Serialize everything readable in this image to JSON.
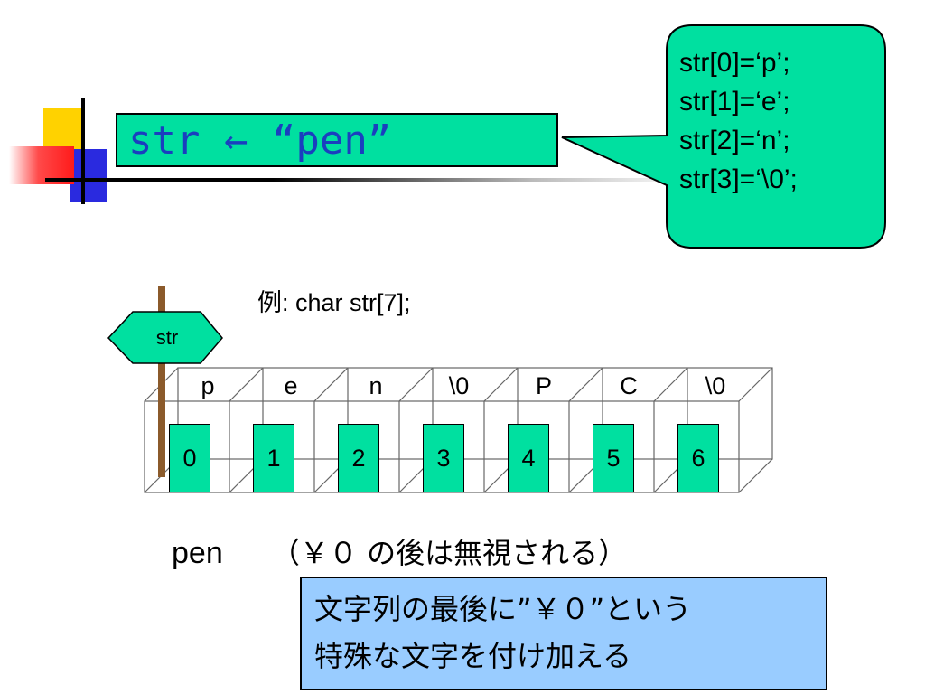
{
  "title": "str ← “pen”",
  "callout": {
    "lines": [
      "str[0]=‘p’;",
      "str[1]=‘e’;",
      "str[2]=‘n’;",
      "str[3]=‘\\0’;"
    ]
  },
  "example": "例:  char  str[7];",
  "pointer_label": "str",
  "array": {
    "chars": [
      "p",
      "e",
      "n",
      "\\0",
      "P",
      "C",
      "\\0"
    ],
    "indices": [
      "0",
      "1",
      "2",
      "3",
      "4",
      "5",
      "6"
    ]
  },
  "result": {
    "output": "pen",
    "remark": "（￥０ の後は無視される）"
  },
  "note": {
    "line1": "文字列の最後に”￥０”という",
    "line2": "特殊な文字を付け加える"
  },
  "colors": {
    "accent_green": "#00e0a0",
    "title_text": "#1a3fbf",
    "note_blue": "#99ccff",
    "pole_brown": "#8b5a2b"
  }
}
